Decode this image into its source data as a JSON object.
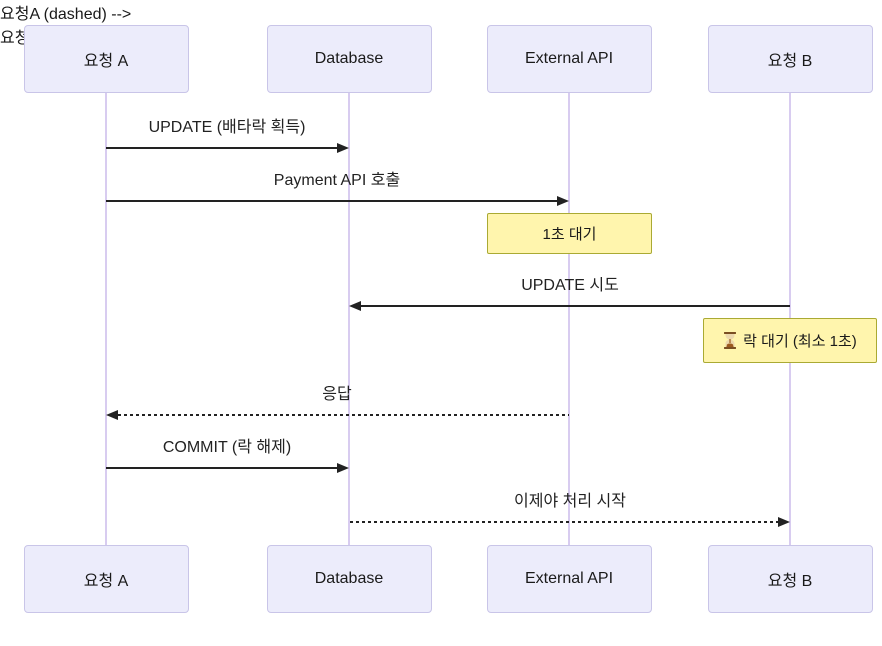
{
  "diagram": {
    "type": "sequence",
    "actors": [
      {
        "label": "요청 A"
      },
      {
        "label": "Database"
      },
      {
        "label": "External API"
      },
      {
        "label": "요청 B"
      }
    ],
    "messages": [
      {
        "label": "UPDATE (배타락 획득)",
        "from": "요청 A",
        "to": "Database",
        "line": "solid"
      },
      {
        "label": "Payment API 호출",
        "from": "요청 A",
        "to": "External API",
        "line": "solid"
      },
      {
        "label": "UPDATE 시도",
        "from": "요청 B",
        "to": "Database",
        "line": "solid"
      },
      {
        "label": "응답",
        "from": "External API",
        "to": "요청 A",
        "line": "dashed"
      },
      {
        "label": "COMMIT (락 해제)",
        "from": "요청 A",
        "to": "Database",
        "line": "solid"
      },
      {
        "label": "이제야 처리 시작",
        "from": "Database",
        "to": "요청 B",
        "line": "dashed"
      }
    ],
    "notes": [
      {
        "label": "1초 대기",
        "over": "External API"
      },
      {
        "label": "락 대기 (최소 1초)",
        "icon": "hourglass-icon",
        "over": "요청 B"
      }
    ],
    "colors": {
      "actor_fill": "#ECECFB",
      "actor_border": "#C9C5E8",
      "lifeline": "#D8CCF0",
      "note_fill": "#FFF5AD",
      "note_border": "#AAAA33",
      "message": "#222222"
    }
  }
}
